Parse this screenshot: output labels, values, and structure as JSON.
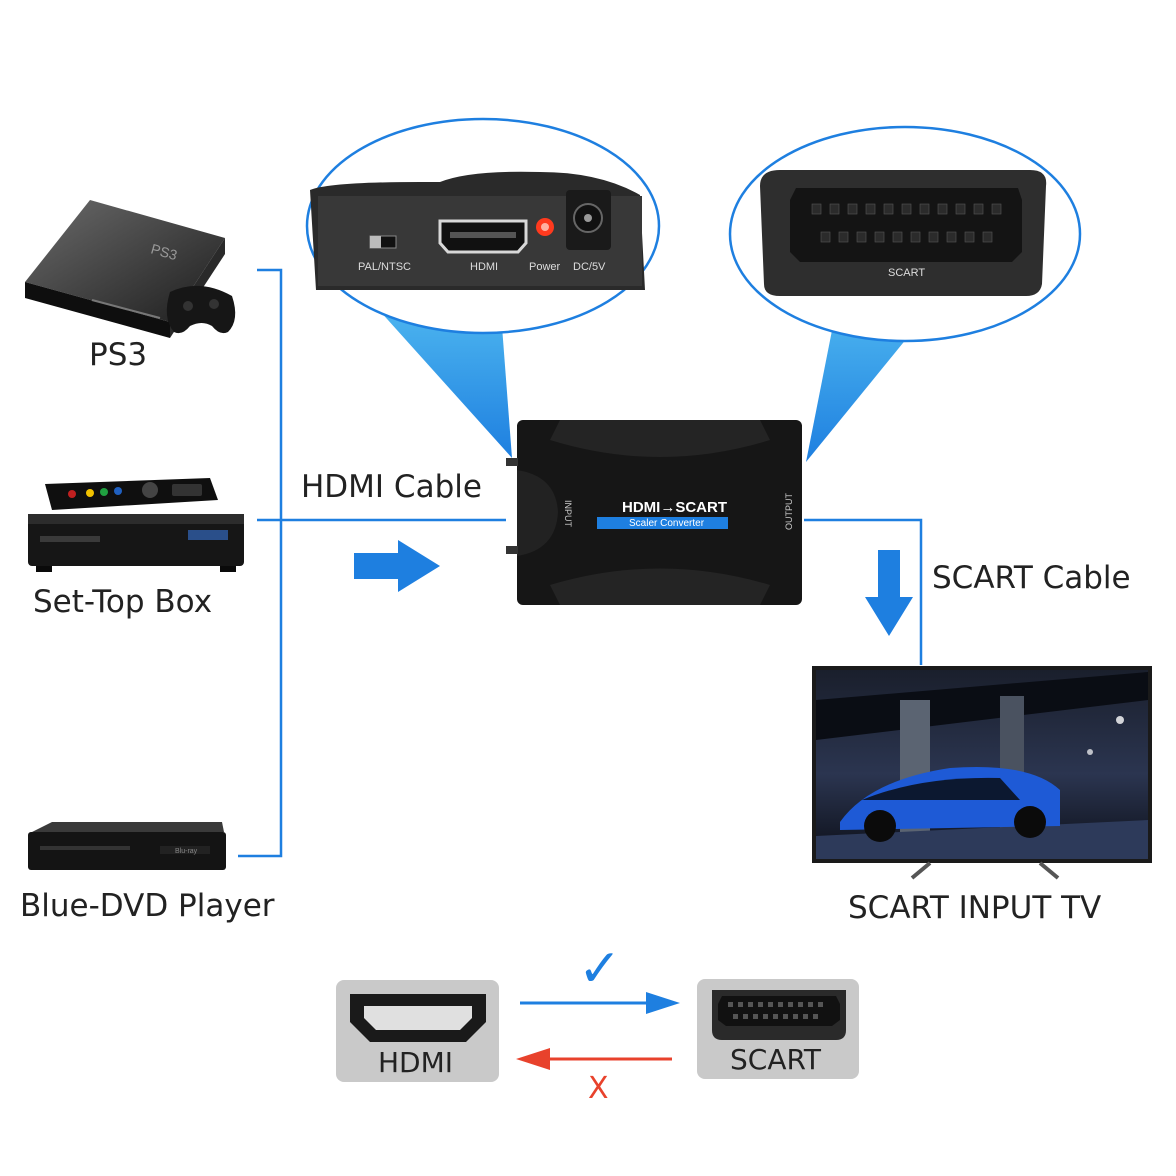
{
  "sources": {
    "ps3": "PS3",
    "settop": "Set-Top Box",
    "dvd": "Blue-DVD Player"
  },
  "cables": {
    "hdmi": "HDMI Cable",
    "scart": "SCART Cable"
  },
  "tv": {
    "label": "SCART INPUT TV"
  },
  "hdmi_panel": {
    "pal_ntsc": "PAL/NTSC",
    "hdmi": "HDMI",
    "power": "Power",
    "dc": "DC/5V"
  },
  "scart_panel": {
    "label": "SCART"
  },
  "converter": {
    "title": "HDMI→SCART",
    "subtitle": "Scaler Converter",
    "input": "INPUT",
    "output": "OUTPUT"
  },
  "legend": {
    "hdmi": "HDMI",
    "scart": "SCART",
    "check": "✓",
    "cross": "X"
  },
  "colors": {
    "blue": "#1e7fe0",
    "red": "#e8422c",
    "card": "#c9c9c9",
    "device": "#1c1c1c"
  }
}
